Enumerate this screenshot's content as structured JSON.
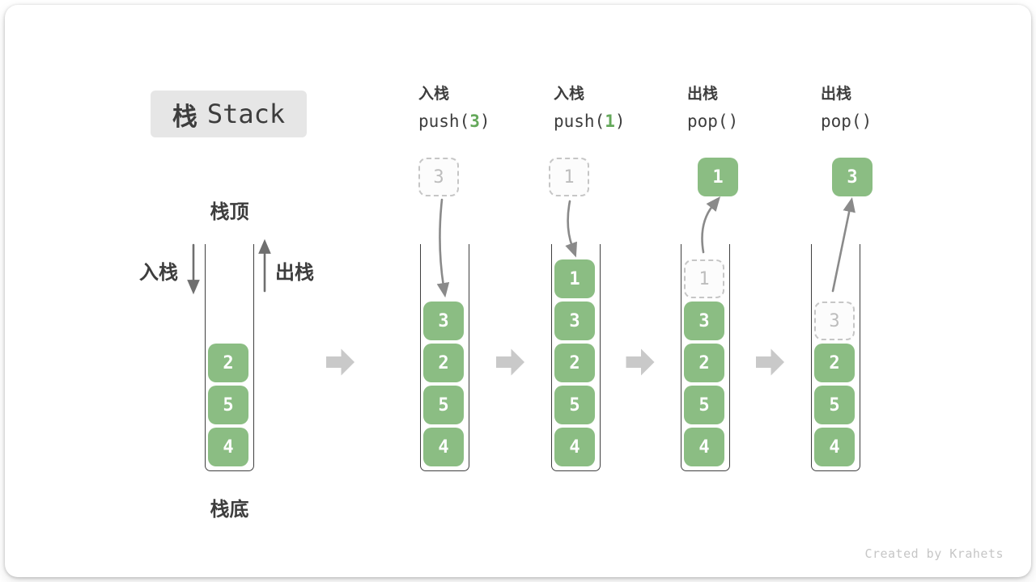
{
  "title": {
    "zh": "栈",
    "en": "Stack"
  },
  "stack_labels": {
    "top": "栈顶",
    "bottom": "栈底",
    "push_side": "入栈",
    "pop_side": "出栈"
  },
  "watermark": "Created by Krahets",
  "colors": {
    "green": "#8BBD83",
    "accent_green": "#64A85A",
    "ghost_border": "#C6C6C6",
    "ghost_text": "#BDBDBD",
    "container_border": "#3F3F3F",
    "arrow_gray": "#8A8A8A",
    "v_arrow": "#6F6F6F",
    "block_arrow_gray": "#C9C9C9",
    "text_dark": "#3D3D3D",
    "title_bg": "#E6E6E6",
    "watermark_gray": "#C6C6C6"
  },
  "columns": [
    {
      "name": "initial",
      "header": null,
      "floating": null,
      "items": [
        {
          "value": "2"
        },
        {
          "value": "5"
        },
        {
          "value": "4"
        }
      ]
    },
    {
      "name": "push-3",
      "header": {
        "op": "入栈",
        "code_pre": "push(",
        "arg": "3",
        "code_post": ")"
      },
      "floating": {
        "value": "3",
        "variant": "dashed"
      },
      "items": [
        {
          "value": "3"
        },
        {
          "value": "2"
        },
        {
          "value": "5"
        },
        {
          "value": "4"
        }
      ]
    },
    {
      "name": "push-1",
      "header": {
        "op": "入栈",
        "code_pre": "push(",
        "arg": "1",
        "code_post": ")"
      },
      "floating": {
        "value": "1",
        "variant": "dashed"
      },
      "items": [
        {
          "value": "1"
        },
        {
          "value": "3"
        },
        {
          "value": "2"
        },
        {
          "value": "5"
        },
        {
          "value": "4"
        }
      ]
    },
    {
      "name": "pop-1",
      "header": {
        "op": "出栈",
        "code_pre": "pop(",
        "arg": "",
        "code_post": ")"
      },
      "floating": {
        "value": "1",
        "variant": "solid"
      },
      "items": [
        {
          "value": "1",
          "ghost": true
        },
        {
          "value": "3"
        },
        {
          "value": "2"
        },
        {
          "value": "5"
        },
        {
          "value": "4"
        }
      ]
    },
    {
      "name": "pop-3",
      "header": {
        "op": "出栈",
        "code_pre": "pop(",
        "arg": "",
        "code_post": ")"
      },
      "floating": {
        "value": "3",
        "variant": "solid"
      },
      "items": [
        {
          "value": "3",
          "ghost": true
        },
        {
          "value": "2"
        },
        {
          "value": "5"
        },
        {
          "value": "4"
        }
      ]
    }
  ]
}
